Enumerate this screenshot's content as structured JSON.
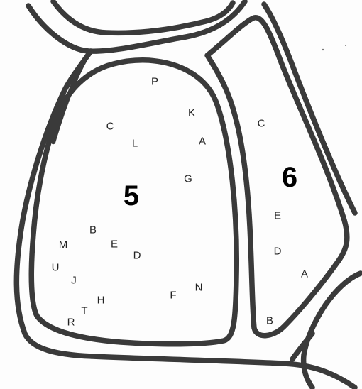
{
  "regions": [
    {
      "number": "5"
    },
    {
      "number": "6"
    }
  ],
  "region_5_letters": [
    "P",
    "K",
    "C",
    "L",
    "A",
    "G",
    "B",
    "M",
    "E",
    "D",
    "U",
    "J",
    "N",
    "F",
    "H",
    "T",
    "R"
  ],
  "region_6_letters": [
    "C",
    "E",
    "D",
    "A",
    "B"
  ]
}
